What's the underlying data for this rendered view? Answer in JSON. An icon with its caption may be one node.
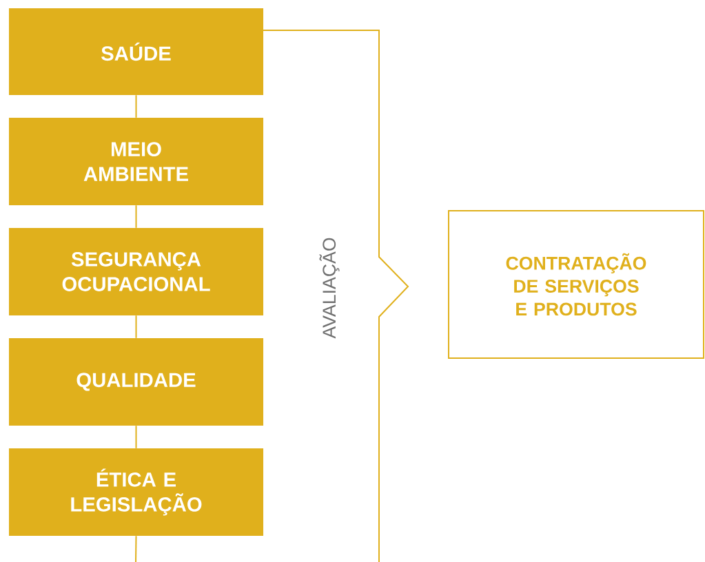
{
  "diagram": {
    "nodes": [
      {
        "text": [
          "SAÚDE"
        ]
      },
      {
        "text": [
          "MEIO AMBIENTE"
        ]
      },
      {
        "text": [
          "SEGURANÇA OCUPACIONAL"
        ]
      },
      {
        "text": [
          "QUALIDADE"
        ]
      },
      {
        "text": [
          "ÉTICA E LEGISLAÇÃO"
        ]
      },
      {
        "text": [
          "CONTRATAÇÃO DE SERVIÇOS E PRODUTOS"
        ]
      }
    ],
    "edges": [
      {
        "from": 0,
        "to": 1,
        "arrow": "none"
      },
      {
        "from": 1,
        "to": 2,
        "arrow": "none"
      },
      {
        "from": 2,
        "to": 3,
        "arrow": "none"
      },
      {
        "from": 3,
        "to": 4,
        "arrow": "none"
      },
      {
        "from": 4,
        "to": null,
        "arrow": "none"
      }
    ],
    "labels": [
      "AVALIAÇÃO"
    ]
  }
}
